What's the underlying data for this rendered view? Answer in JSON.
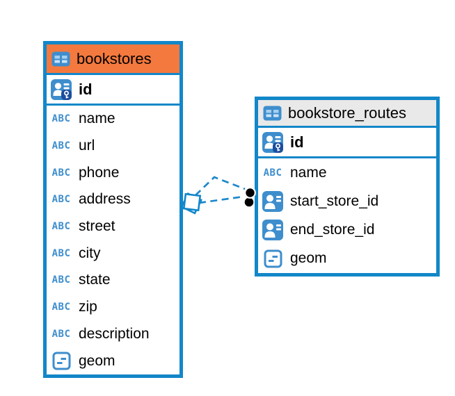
{
  "colors": {
    "table_border": "#1287C9",
    "relation_line": "#1E88CB",
    "selected_header_bg": "#F4793E",
    "default_header_bg": "#E9E9E9",
    "icon_blue": "#3E8ECD",
    "key_badge_bg": "#1C4E9E",
    "relation_dot": "#000000",
    "text": "#000000",
    "canvas_bg": "#FFFFFF"
  },
  "icons": {
    "text_type_label": "ABC"
  },
  "tables": [
    {
      "name": "bookstores",
      "selected": true,
      "columns": [
        {
          "name": "id",
          "type": "primary-key"
        },
        {
          "name": "name",
          "type": "text"
        },
        {
          "name": "url",
          "type": "text"
        },
        {
          "name": "phone",
          "type": "text"
        },
        {
          "name": "address",
          "type": "text"
        },
        {
          "name": "street",
          "type": "text"
        },
        {
          "name": "city",
          "type": "text"
        },
        {
          "name": "state",
          "type": "text"
        },
        {
          "name": "zip",
          "type": "text"
        },
        {
          "name": "description",
          "type": "text"
        },
        {
          "name": "geom",
          "type": "geometry"
        }
      ]
    },
    {
      "name": "bookstore_routes",
      "selected": false,
      "columns": [
        {
          "name": "id",
          "type": "primary-key"
        },
        {
          "name": "name",
          "type": "text"
        },
        {
          "name": "start_store_id",
          "type": "reference"
        },
        {
          "name": "end_store_id",
          "type": "reference"
        },
        {
          "name": "geom",
          "type": "geometry"
        }
      ]
    }
  ],
  "relationships": [
    {
      "from": "bookstore_routes",
      "to": "bookstores",
      "style": "dashed"
    },
    {
      "from": "bookstore_routes",
      "to": "bookstores",
      "style": "dashed"
    }
  ]
}
